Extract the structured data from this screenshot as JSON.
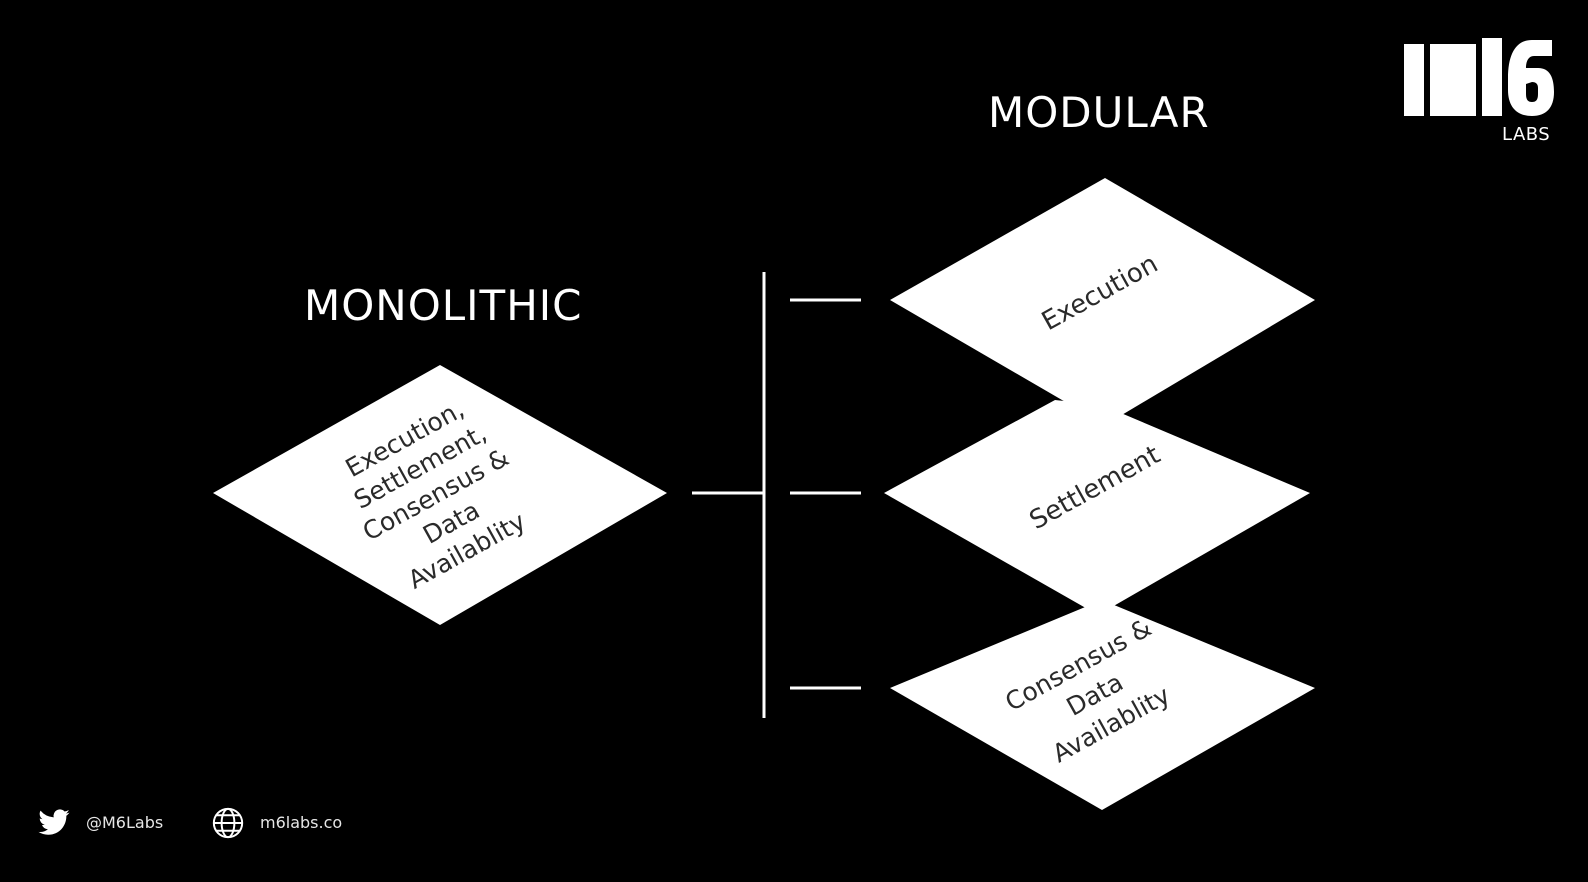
{
  "headings": {
    "monolithic": "MONOLITHIC",
    "modular": "MODULAR"
  },
  "logo": {
    "mark": "M6",
    "subtitle": "LABS"
  },
  "monolithic_block": {
    "lines": [
      "Execution,",
      "Settlement,",
      "Consensus &",
      "Data",
      "Availablity"
    ]
  },
  "modular_blocks": [
    {
      "lines": [
        "Execution"
      ]
    },
    {
      "lines": [
        "Settlement"
      ]
    },
    {
      "lines": [
        "Consensus &",
        "Data",
        "Availablity"
      ]
    }
  ],
  "footer": {
    "twitter_label": "@M6Labs",
    "website_label": "m6labs.co",
    "twitter_icon": "twitter-bird-icon",
    "website_icon": "globe-icon"
  },
  "colors": {
    "background": "#000000",
    "foreground": "#ffffff",
    "block_text": "#2a2a2a"
  }
}
